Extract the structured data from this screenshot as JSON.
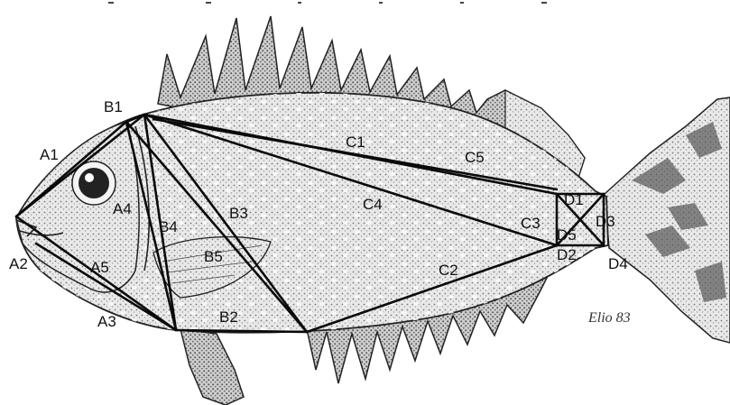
{
  "figure": {
    "labels": {
      "A1": "A1",
      "A2": "A2",
      "A3": "A3",
      "A4": "A4",
      "A5": "A5",
      "B1": "B1",
      "B2": "B2",
      "B3": "B3",
      "B4": "B4",
      "B5": "B5",
      "C1": "C1",
      "C2": "C2",
      "C3": "C3",
      "C4": "C4",
      "C5": "C5",
      "D1": "D1",
      "D2": "D2",
      "D3": "D3",
      "D4": "D4",
      "D5": "D5"
    },
    "signature": "Elio 83",
    "colors": {
      "lines": "#0a0a0a",
      "stipple": "#9a9a9a",
      "background": "#ffffff"
    }
  }
}
